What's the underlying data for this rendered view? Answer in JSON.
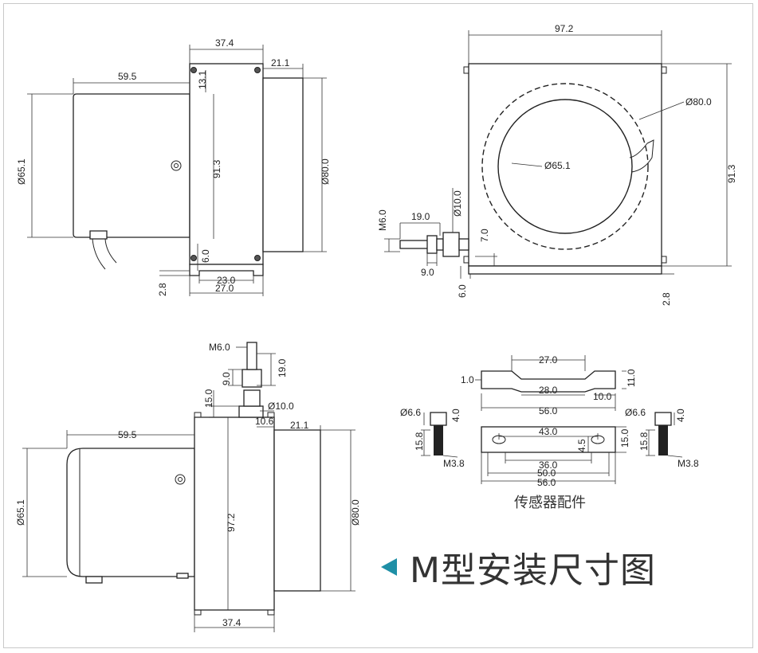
{
  "title": "M型安装尺寸图",
  "accessory_label": "传感器配件",
  "accent_color": "#1f8fa6",
  "views": {
    "side_top": {
      "dims": [
        "37.4",
        "21.1",
        "59.5",
        "13.1",
        "Ø65.1",
        "91.3",
        "Ø80.0",
        "6.0",
        "2.8",
        "23.0",
        "27.0"
      ]
    },
    "front": {
      "dims": [
        "97.2",
        "Ø80.0",
        "Ø65.1",
        "91.3",
        "M6.0",
        "19.0",
        "Ø10.0",
        "7.0",
        "9.0",
        "6.0",
        "2.8"
      ]
    },
    "side_bottom": {
      "dims": [
        "M6.0",
        "19.0",
        "9.0",
        "15.0",
        "Ø10.0",
        "10.6",
        "21.1",
        "59.5",
        "Ø65.1",
        "97.2",
        "Ø80.0",
        "37.4"
      ]
    },
    "accessories": {
      "dims": [
        "27.0",
        "1.0",
        "11.0",
        "28.0",
        "10.0",
        "56.0",
        "Ø6.6",
        "4.0",
        "Ø6.6",
        "4.0",
        "43.0",
        "15.8",
        "M3.8",
        "4.5",
        "15.0",
        "15.8",
        "M3.8",
        "36.0",
        "50.0",
        "56.0"
      ]
    }
  }
}
